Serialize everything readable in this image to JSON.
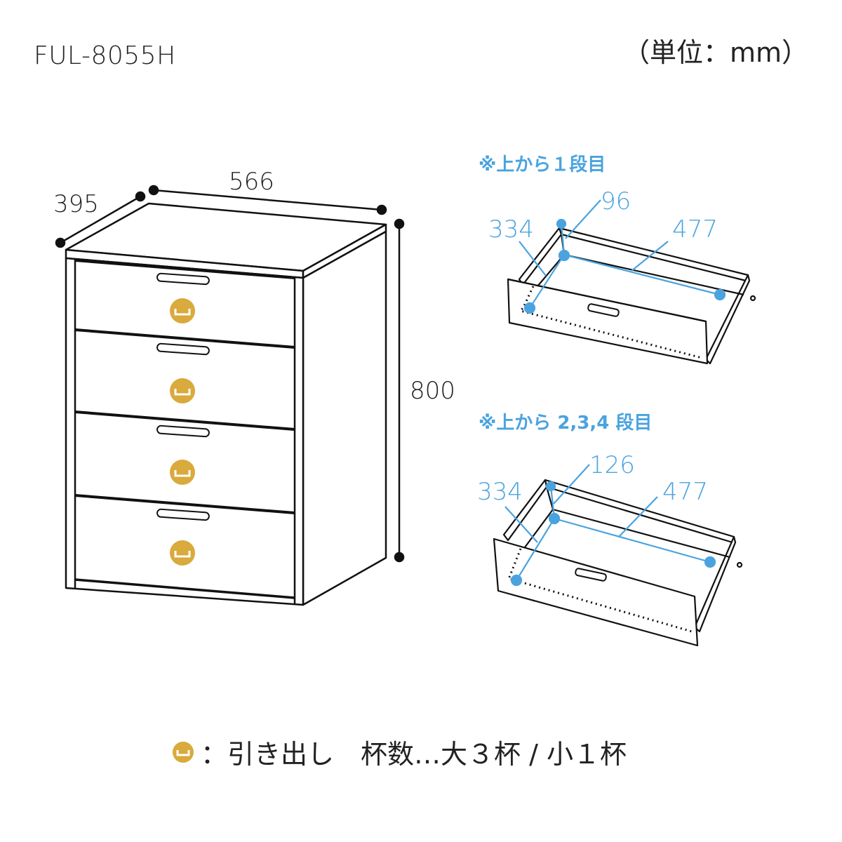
{
  "header": {
    "model": "FUL-8055H",
    "unit": "（単位：mm）"
  },
  "cabinet": {
    "depth": "395",
    "width": "566",
    "height": "800",
    "drawer_count": 4
  },
  "drawer_top": {
    "note": "※上から１段目",
    "depth": "334",
    "height": "96",
    "width": "477"
  },
  "drawer_lower": {
    "note": "※上から 2,3,4 段目",
    "depth": "334",
    "height": "126",
    "width": "477"
  },
  "legend": {
    "icon": "drawer-icon",
    "text": "：引き出し　杯数…大３杯 / 小１杯"
  },
  "colors": {
    "line": "#111111",
    "accent_blue": "#4aa3df",
    "drawer_icon_gold": "#d9aa3c"
  }
}
